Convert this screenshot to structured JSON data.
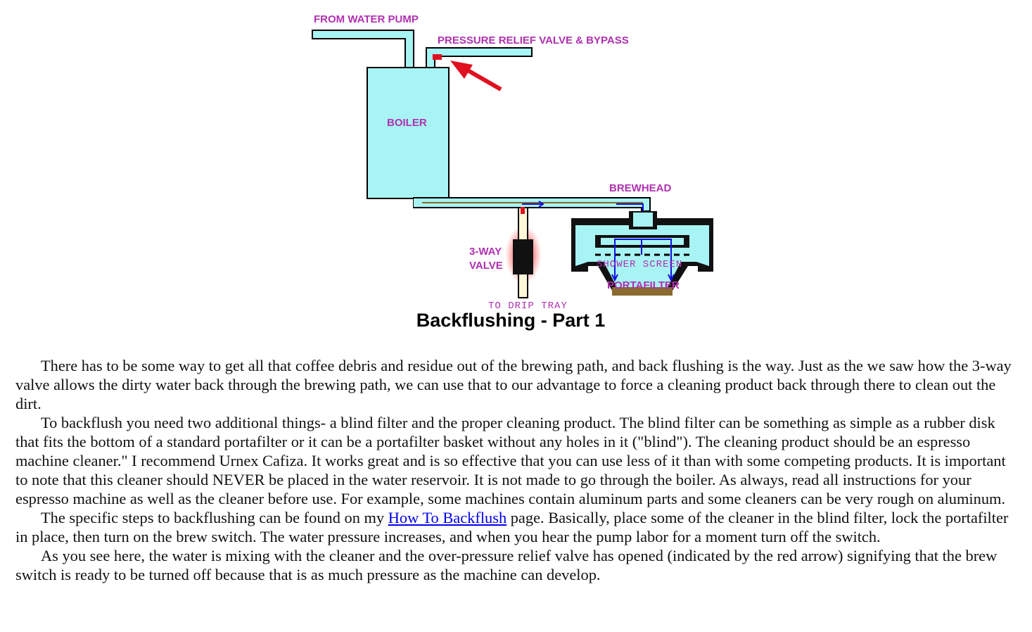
{
  "diagram": {
    "labels": {
      "from_water_pump": "FROM WATER PUMP",
      "pressure_relief": "PRESSURE RELIEF VALVE & BYPASS",
      "boiler": "BOILER",
      "brewhead": "BREWHEAD",
      "three_way_line1": "3-WAY",
      "three_way_line2": "VALVE",
      "shower_screen": "SHOWER SCREEN",
      "portafilter": "PORTAFILTER",
      "to_drip_tray": "TO DRIP TRAY"
    },
    "colors": {
      "label": "#b030b0",
      "water": "#a8f4f4",
      "arrow": "#e01020",
      "flow": "#1010e0",
      "valve_glow": "#ff3030"
    }
  },
  "caption": "Backflushing - Part 1",
  "article": {
    "p1": "There has to be some way to get all that coffee debris and residue out of the brewing path, and back flushing is the way. Just as the we saw how the 3-way valve allows the dirty water back through the brewing path, we can use that to our advantage to force a cleaning product back through there to clean out the dirt.",
    "p2": "To backflush you need two additional things- a blind filter and the proper cleaning product. The blind filter can be something as simple as a rubber disk that fits the bottom of a standard portafilter or it can be a portafilter basket without any holes in it (\"blind\"). The cleaning product should be an espresso machine cleaner.\" I recommend Urnex Cafiza. It works great and is so effective that you can use less of it than with some competing products. It is important to note that this cleaner should NEVER be placed in the water reservoir. It is not made to go through the boiler. As always, read all instructions for your espresso machine as well as the cleaner before use. For example, some machines contain aluminum parts and some cleaners can be very rough on aluminum.",
    "p3_before": "The specific steps to backflushing can be found on my ",
    "p3_link": "How To Backflush",
    "p3_after": " page. Basically, place some of the cleaner in the blind filter, lock the portafilter in place, then turn on the brew switch. The water pressure increases, and when you hear the pump labor for a moment turn off the switch.",
    "p4": "As you see here, the water is mixing with the cleaner and the over-pressure relief valve has opened (indicated by the red arrow) signifying that the brew switch is ready to be turned off because that is as much pressure as the machine can develop."
  }
}
